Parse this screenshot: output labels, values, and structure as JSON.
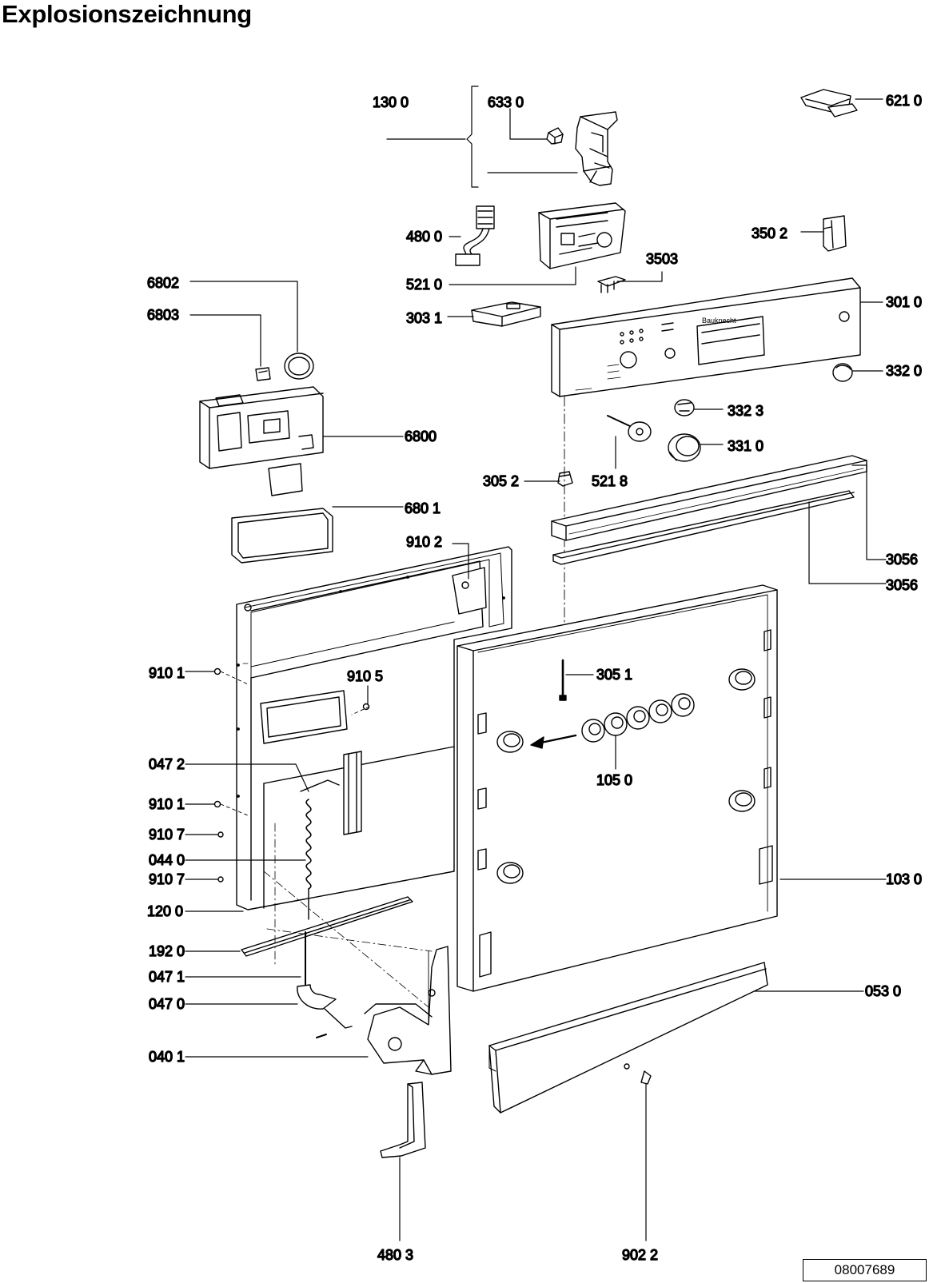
{
  "title": "Explosionszeichnung",
  "document_number": "08007689",
  "brand_mark": "Bauknecht",
  "labels": {
    "p1300": "130 0",
    "p6330": "633 0",
    "p6210": "621 0",
    "p4800": "480 0",
    "p3502": "350 2",
    "p3503": "3503",
    "p5210": "521 0",
    "p6802": "6802",
    "p6803": "6803",
    "p3031": "303 1",
    "p3010": "301 0",
    "p3320": "332 0",
    "p3323": "332 3",
    "p6800": "6800",
    "p3310": "331 0",
    "p3052": "305 2",
    "p5218": "521 8",
    "p6801": "680 1",
    "p9102": "910 2",
    "p3056a": "3056",
    "p3056b": "3056",
    "p9101a": "910 1",
    "p9105": "910 5",
    "p3051": "305 1",
    "p0472": "047 2",
    "p1050": "105 0",
    "p9101b": "910 1",
    "p9107a": "910 7",
    "p0440": "044 0",
    "p9107b": "910 7",
    "p1030": "103 0",
    "p1200": "120 0",
    "p1920": "192 0",
    "p0471": "047 1",
    "p0530": "053 0",
    "p0470": "047 0",
    "p0401": "040 1",
    "p4803": "480 3",
    "p9022": "902 2"
  }
}
